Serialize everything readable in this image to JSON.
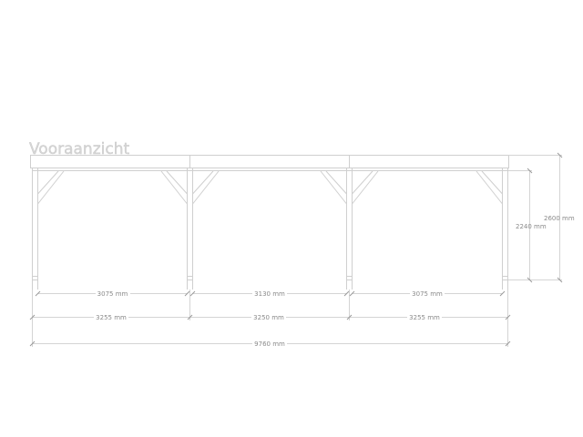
{
  "drawing": {
    "title": "Vooraanzicht",
    "colors": {
      "background": "#ffffff",
      "structure_line": "#cfcfcf",
      "dimension_line": "#d4d4d4",
      "dimension_text": "#8a8a8a",
      "title_text": "#d6d6d6"
    },
    "horizontal_dimensions": {
      "inner_spans": [
        "3075 mm",
        "3130 mm",
        "3075 mm"
      ],
      "bay_spans": [
        "3255 mm",
        "3250 mm",
        "3255 mm"
      ],
      "total": "9760 mm"
    },
    "vertical_dimensions": {
      "clear_height": "2240 mm",
      "total_height": "2600 mm"
    }
  }
}
